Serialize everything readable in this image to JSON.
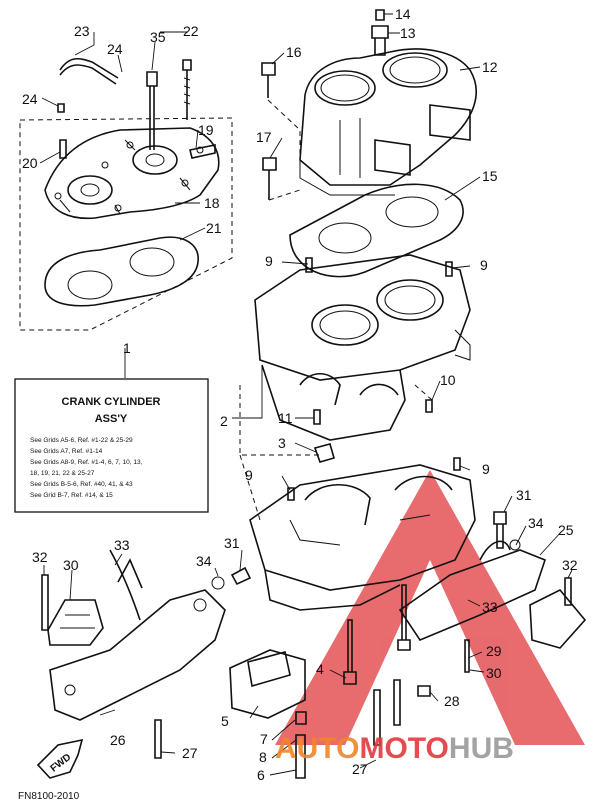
{
  "callouts": [
    "1",
    "2",
    "3",
    "4",
    "5",
    "6",
    "7",
    "8",
    "9",
    "9",
    "9",
    "9",
    "10",
    "11",
    "12",
    "13",
    "14",
    "15",
    "16",
    "17",
    "18",
    "19",
    "20",
    "21",
    "22",
    "23",
    "24",
    "24",
    "25",
    "26",
    "27",
    "27",
    "28",
    "29",
    "30",
    "30",
    "31",
    "31",
    "32",
    "32",
    "33",
    "33",
    "34",
    "34",
    "35"
  ],
  "info_box": {
    "title_line1": "CRANK CYLINDER",
    "title_line2": "ASS'Y",
    "lines": [
      "See Grids A5-6, Ref. #1-22 & 25-29",
      "See Grids A7, Ref. #1-14",
      "See Grids A8-9, Ref. #1-4, 6, 7, 10, 13,",
      "18, 19, 21, 22 & 25-27",
      "See Grids B-5-6, Ref. #40, 41, & 43",
      "See Grid B-7, Ref. #14, & 15"
    ]
  },
  "fwd_label": "FWD",
  "figure_code": "FN8100-2010",
  "watermark": {
    "part1": "AUTO",
    "part2": "MOTO",
    "part3": "HUB"
  },
  "colors": {
    "line": "#111111",
    "watermark_red": "#e03a3e",
    "watermark_orange": "#f0862a",
    "watermark_gray": "#9a9a9a"
  }
}
